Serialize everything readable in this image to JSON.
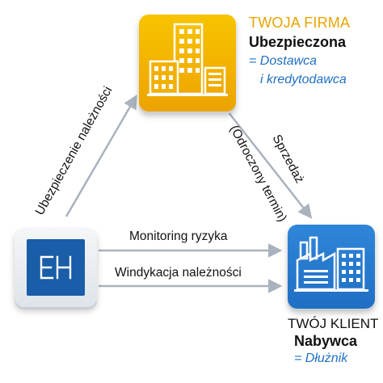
{
  "firm": {
    "tag": "TWOJA FIRMA",
    "status": "Ubezpieczona",
    "role_line1": "= Dostawca",
    "role_line2": "i kredytodawca",
    "icon": "office-building-icon"
  },
  "client": {
    "tag": "TWÓJ KLIENT",
    "status": "Nabywca",
    "role": "= Dłużnik",
    "icon": "factory-icon"
  },
  "insurer": {
    "logo_text": "EH",
    "icon": "eh-logo"
  },
  "edges": {
    "insurance": "Ubezpieczenie należności",
    "sale": "Sprzedaż",
    "deferred": "(Odroczony termin)",
    "monitoring": "Monitoring ryzyka",
    "collection": "Windykacja należności"
  },
  "colors": {
    "firm_orange": "#F2B000",
    "accent_blue": "#1F6FC4",
    "logo_blue": "#1A5DA8",
    "arrow_gray": "#A9B2BD"
  }
}
